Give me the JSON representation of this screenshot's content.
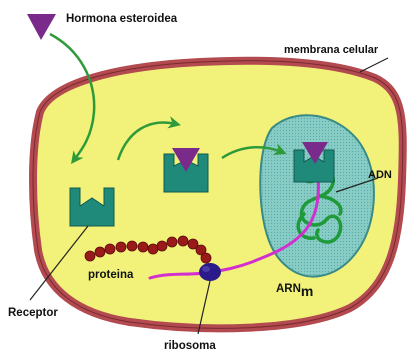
{
  "labels": {
    "hormone": "Hormona esteroidea",
    "membrane": "membrana celular",
    "dna": "ADN",
    "protein": "proteina",
    "mrna": "ARN",
    "mrna_sub": "m",
    "receptor": "Receptor",
    "ribosome": "ribosoma"
  },
  "colors": {
    "cytoplasm": "#f2f27a",
    "membrane": "#b24a50",
    "membrane_edge": "#7a2a30",
    "nucleus": "#7fc7c0",
    "nucleus_edge": "#3a8a85",
    "receptor": "#1f8a7a",
    "hormone": "#7a2a8a",
    "arrow": "#2f9a3a",
    "dna": "#1e9a3a",
    "mrna": "#d32fd0",
    "protein": "#9a1a1a",
    "ribosome": "#2a1a8a"
  },
  "icons": [
    "hormone-triangle-icon",
    "receptor-icon",
    "curved-arrow-icon",
    "ribosome-icon"
  ]
}
